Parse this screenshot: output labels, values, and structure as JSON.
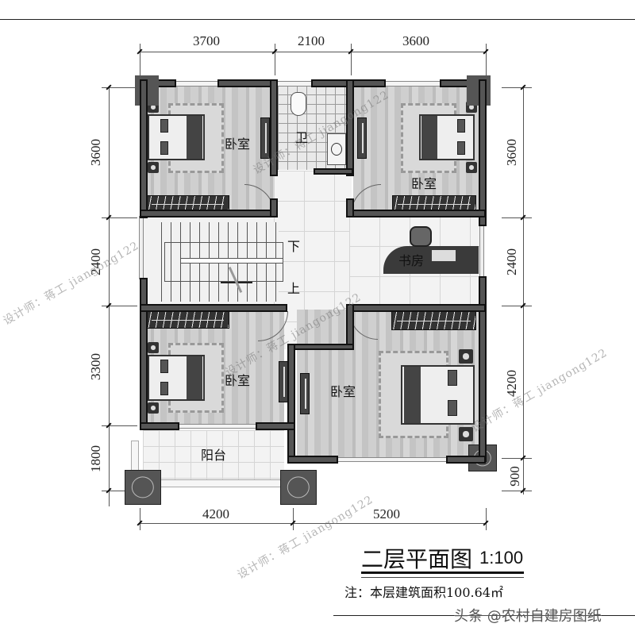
{
  "drawing": {
    "title": "二层平面图",
    "scale": "1:100",
    "note": "注：本层建筑面积100.64㎡",
    "source": "头条 @农村自建房图纸"
  },
  "dimensions": {
    "top": [
      "3700",
      "2100",
      "3600"
    ],
    "bottom": [
      "4200",
      "5200"
    ],
    "left": [
      "3600",
      "2400",
      "3300",
      "1800"
    ],
    "right": [
      "3600",
      "2400",
      "4200",
      "900"
    ]
  },
  "rooms": {
    "bedroom_top_left": "卧室",
    "bathroom": "卫",
    "bedroom_top_right": "卧室",
    "study": "书房",
    "bedroom_bottom_left": "卧室",
    "bedroom_bottom_right": "卧室",
    "balcony": "阳台"
  },
  "stairs": {
    "down": "下",
    "up": "上"
  },
  "watermarks": [
    "设计师：蒋工 jiangong122",
    "设计师：蒋工 jiangong122",
    "设计师：蒋工 jiangong122",
    "设计师：蒋工 jiangong122",
    "设计师：蒋工 jiangong122"
  ],
  "colors": {
    "wall": "#555555",
    "wall_outline": "#111111",
    "background": "#ffffff"
  }
}
